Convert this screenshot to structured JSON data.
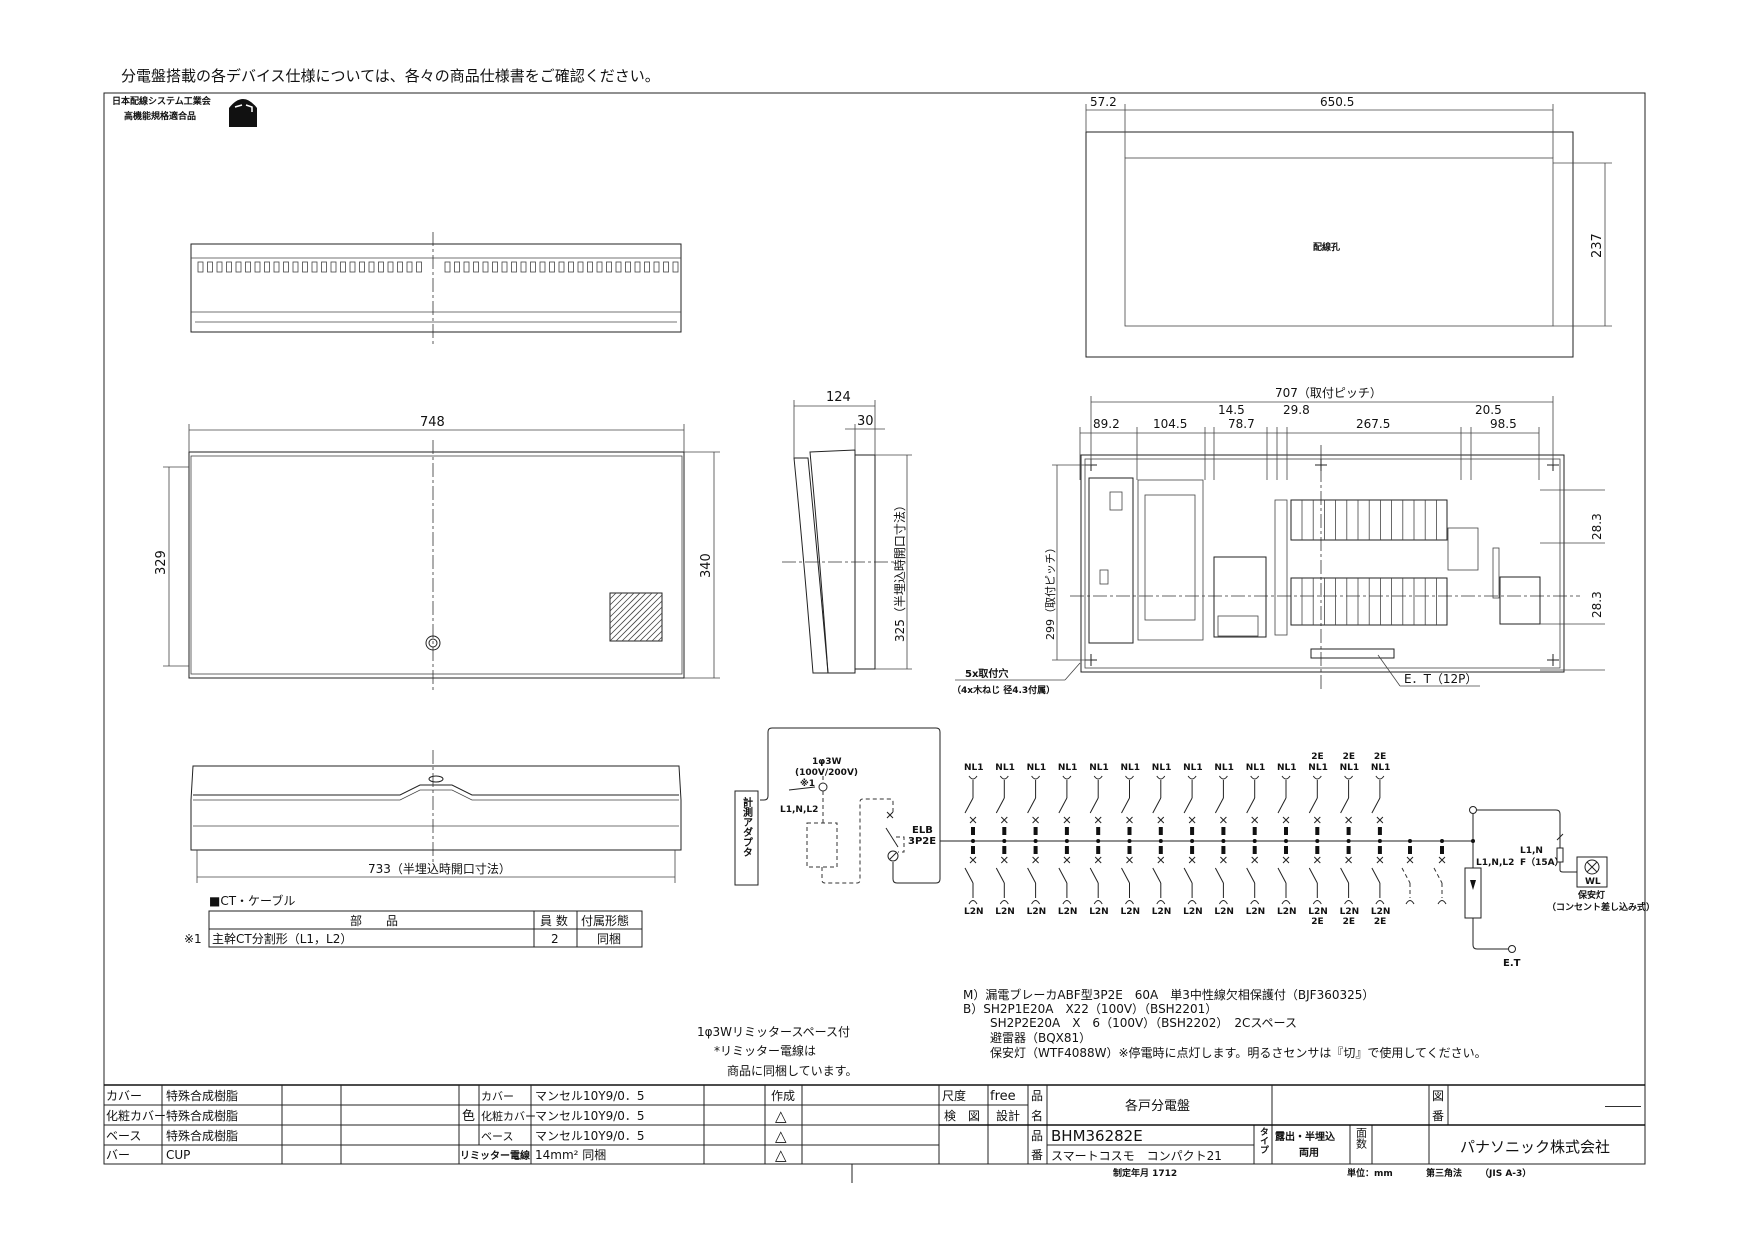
{
  "header_note": "分電盤搭載の各デバイス仕様については、各々の商品仕様書をご確認ください。",
  "certification": {
    "line1": "日本配線システム工業会",
    "line2": "高機能規格適合品"
  },
  "front_view": {
    "width": "748",
    "height_left": "329",
    "height_right": "340"
  },
  "bottom_view": {
    "width": "733（半埋込時開口寸法）"
  },
  "side_view": {
    "depth": "124",
    "flange": "30",
    "opening": "325（半埋込時開口寸法）"
  },
  "rear_view": {
    "offset": "57.2",
    "width": "650.5",
    "height": "237",
    "hole_label": "配線孔"
  },
  "interior_view": {
    "pitch": "707（取付ピッチ）",
    "dims": [
      "89.2",
      "104.5",
      "14.5",
      "78.7",
      "29.8",
      "267.5",
      "20.5",
      "98.5"
    ],
    "vertical_pitch": "299（取付ピッチ）",
    "row_offset_top": "28.3",
    "row_offset_bottom": "28.3",
    "holes": "5x取付穴",
    "screws": "（4x木ねじ 径4.3付属）",
    "terminal": "E．T（12P）"
  },
  "ct_table": {
    "title": "■CT・ケーブル",
    "headers": [
      "部　　品",
      "員 数",
      "付属形態"
    ],
    "rows": [
      {
        "mark": "※1",
        "part": "主幹CT分割形（L1，L2）",
        "qty": "2",
        "form": "同梱"
      }
    ]
  },
  "limiter_note": [
    "1φ3Wリミッタースペース付",
    "*リミッター電線は",
    "商品に同梱しています。"
  ],
  "schematic": {
    "adapter": "計測アダプタ",
    "supply": "1φ3W",
    "voltage": "(100V/200V)",
    "ct_mark": "※1",
    "lines": "L1,N,L2",
    "elb": "ELB",
    "elb_type": "3P2E",
    "breakers": [
      {
        "top": "NL1",
        "bottom": "L2N",
        "tag": ""
      },
      {
        "top": "NL1",
        "bottom": "L2N",
        "tag": ""
      },
      {
        "top": "NL1",
        "bottom": "L2N",
        "tag": ""
      },
      {
        "top": "NL1",
        "bottom": "L2N",
        "tag": ""
      },
      {
        "top": "NL1",
        "bottom": "L2N",
        "tag": ""
      },
      {
        "top": "NL1",
        "bottom": "L2N",
        "tag": ""
      },
      {
        "top": "NL1",
        "bottom": "L2N",
        "tag": ""
      },
      {
        "top": "NL1",
        "bottom": "L2N",
        "tag": ""
      },
      {
        "top": "NL1",
        "bottom": "L2N",
        "tag": ""
      },
      {
        "top": "NL1",
        "bottom": "L2N",
        "tag": ""
      },
      {
        "top": "NL1",
        "bottom": "L2N",
        "tag": ""
      },
      {
        "top": "NL1",
        "bottom": "L2N",
        "tag": "2E"
      },
      {
        "top": "NL1",
        "bottom": "L2N",
        "tag": "2E"
      },
      {
        "top": "NL1",
        "bottom": "L2N",
        "tag": "2E"
      }
    ],
    "spare_spaces": 2,
    "spd_lines": "L1,N,L2",
    "earth": "E.T",
    "lamp_lines": "L1,N",
    "lamp_fuse": "F（15A）",
    "lamp_symbol": "WL",
    "lamp_name": "保安灯",
    "lamp_type": "（コンセント差し込み式）"
  },
  "notes": [
    "M）漏電ブレーカABF型3P2E　60A　単3中性線欠相保護付（BJF360325）",
    "B）SH2P1E20A　X22（100V）（BSH2201）",
    "SH2P2E20A　X　6（100V）（BSH2202）　2Cスペース",
    "避雷器（BQX81）",
    "保安灯（WTF4088W）※停電時に点灯します。明るさセンサは『切』で使用してください。"
  ],
  "title_block": {
    "materials": [
      {
        "part": "カバー",
        "material": "特殊合成樹脂"
      },
      {
        "part": "化粧カバー",
        "material": "特殊合成樹脂"
      },
      {
        "part": "ベース",
        "material": "特殊合成樹脂"
      },
      {
        "part": "バー",
        "material": "CUP"
      }
    ],
    "color_label": "色",
    "colors": [
      {
        "part": "カバー",
        "value": "マンセル10Y9/0．5"
      },
      {
        "part": "化粧カバー",
        "value": "マンセル10Y9/0．5"
      },
      {
        "part": "ベース",
        "value": "マンセル10Y9/0．5"
      }
    ],
    "limiter_wire_label": "リミッター電線",
    "limiter_wire_value": "14mm² 同梱",
    "created_label": "作成",
    "revision_marks": [
      "△",
      "△",
      "△"
    ],
    "scale_label": "尺度",
    "scale_value": "free",
    "check_label": "検　図",
    "design_label": "設計",
    "name_label_1": "品",
    "name_label_2": "名",
    "product_name": "各戸分電盤",
    "number_label_1": "品",
    "number_label_2": "番",
    "product_number": "BHM36282E",
    "series": "スマートコスモ　コンパクト21",
    "type_label": "タイプ",
    "type_value_1": "露出・半埋込",
    "type_value_2": "両用",
    "faces_label": "面数",
    "drawing_no_label_1": "図",
    "drawing_no_label_2": "番",
    "drawing_no": "―――",
    "company": "パナソニック株式会社"
  },
  "footer": {
    "established": "制定年月 1712",
    "unit": "単位：mm",
    "projection": "第三角法",
    "standard": "（JIS A-3）"
  }
}
